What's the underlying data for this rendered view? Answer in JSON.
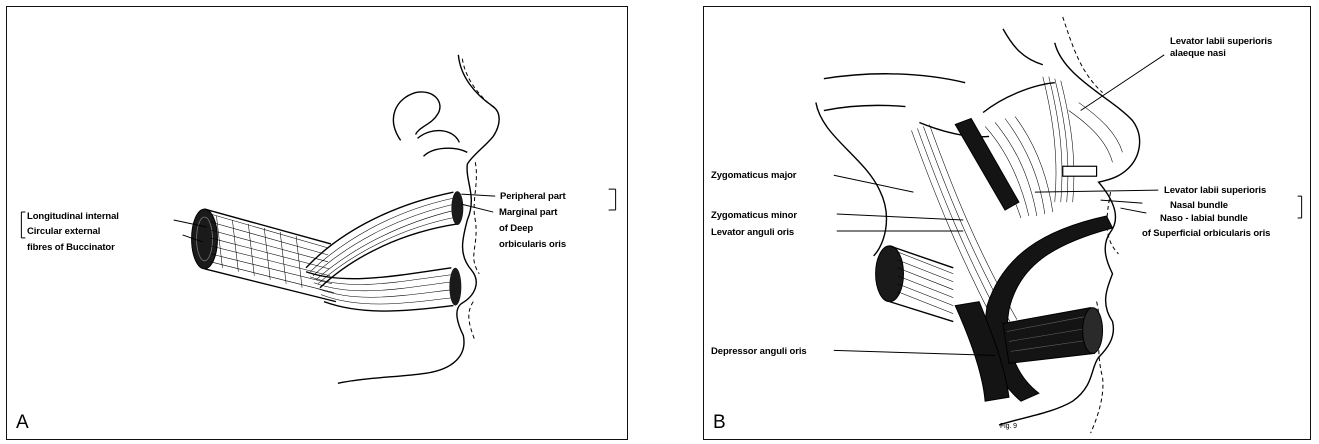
{
  "panel_a": {
    "letter": "A",
    "labels": {
      "longitudinal": "Longitudinal internal",
      "circular": "Circular external",
      "buccinator": "fibres of Buccinator",
      "peripheral": "Peripheral part",
      "marginal": "Marginal part",
      "of_deep": "of Deep",
      "orbicularis": "orbicularis oris"
    }
  },
  "panel_b": {
    "letter": "B",
    "caption": "Fig. 9",
    "labels": {
      "lls_alaeque_1": "Levator labii superioris",
      "lls_alaeque_2": "alaeque nasi",
      "zyg_major": "Zygomaticus major",
      "lls": "Levator labii superioris",
      "nasal_bundle": "Nasal bundle",
      "zyg_minor": "Zygomaticus minor",
      "naso_labial": "Naso - labial bundle",
      "lev_anguli": "Levator anguli oris",
      "superficial_orb": "of Superficial orbicularis oris",
      "depressor": "Depressor anguli oris"
    }
  }
}
